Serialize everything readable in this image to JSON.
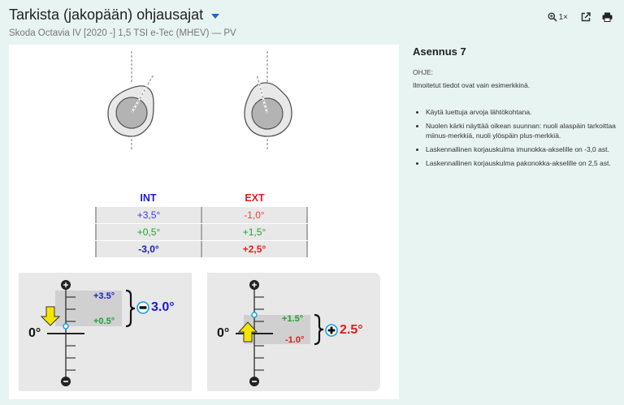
{
  "header": {
    "title": "Tarkista (jakopään) ohjausajat",
    "subtitle": "Skoda Octavia IV [2020 -] 1,5 TSI e-Tec (MHEV) — PV"
  },
  "toolbar": {
    "zoom_label": "1×",
    "zoom_icon": "zoom-in-icon",
    "open_icon": "open-external-icon",
    "print_icon": "print-icon"
  },
  "table": {
    "headers": {
      "int": "INT",
      "ext": "EXT"
    },
    "rows": [
      {
        "int": "+3,5°",
        "ext": "-1,0°"
      },
      {
        "int": "+0,5°",
        "ext": "+1,5°"
      },
      {
        "int": "-3,0°",
        "ext": "+2,5°"
      }
    ],
    "colors": {
      "int_header": "#1a1ad6",
      "ext_header": "#e51b1b",
      "row1_int": "#3a3ae0",
      "row1_ext": "#f04040",
      "row2": "#22a032",
      "row3_int": "#1a1ab8",
      "row3_ext": "#e51b1b"
    }
  },
  "gauges": {
    "left": {
      "zero_label": "0°",
      "top_value": "+3.5°",
      "bottom_value": "+0.5°",
      "result_sign": "−",
      "result_value": "3.0°",
      "arrow_direction": "down"
    },
    "right": {
      "zero_label": "0°",
      "top_value": "+1.5°",
      "bottom_value": "-1.0°",
      "result_sign": "+",
      "result_value": "2.5°",
      "arrow_direction": "up"
    }
  },
  "info": {
    "title": "Asennus 7",
    "label": "OHJE:",
    "note": "Ilmoitetut tiedot ovat vain esimerkkinä.",
    "bullets": [
      "Käytä luettuja arvoja lähtökohtana.",
      "Nuolen kärki näyttää oikean suunnan: nuoli alaspäin tarkoittaa miinus-merkkiä, nuoli ylöspäin plus-merkkiä.",
      "Laskennallinen korjauskulma imunokka-akselille on -3,0 ast.",
      "Laskennallinen korjauskulma pakonokka-akselille on 2,5 ast."
    ]
  }
}
